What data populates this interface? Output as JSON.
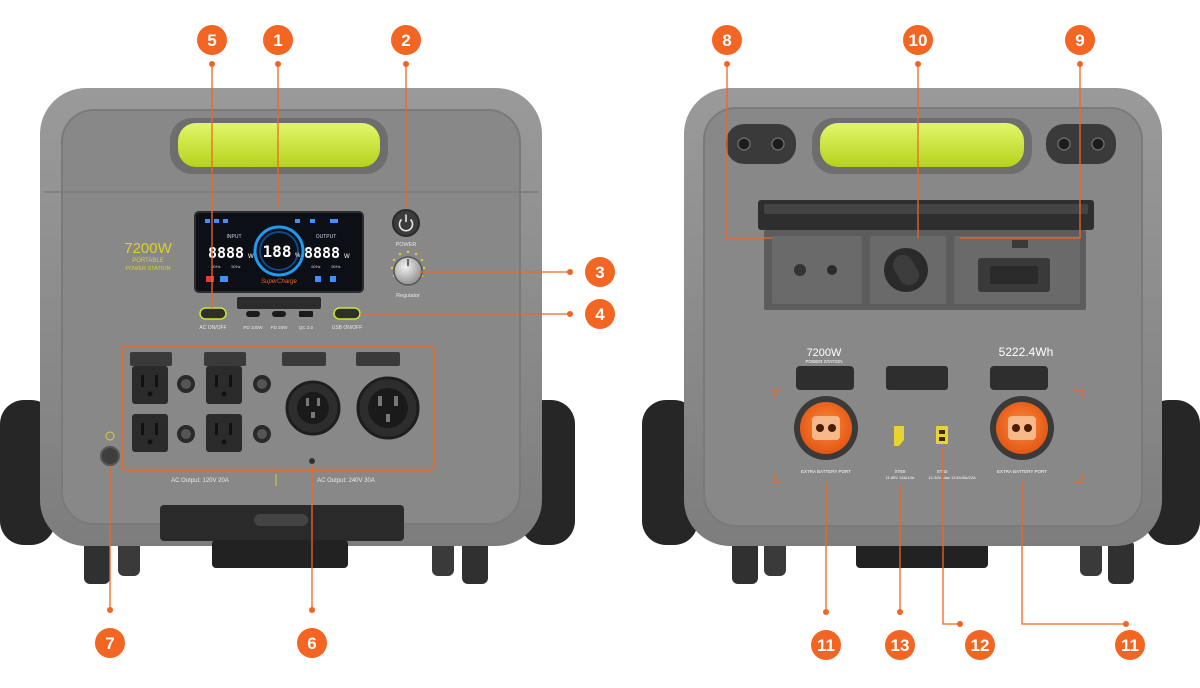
{
  "colors": {
    "accent": "#f26522",
    "handle": "#c8e82e",
    "body": "#8d8d8d",
    "body_dark": "#6e6e6e",
    "tire": "#262626",
    "screen": "#0c0f16",
    "label_yellow": "#d9d12a"
  },
  "front": {
    "brand_watt": "7200W",
    "brand_line1": "PORTABLE",
    "brand_line2": "POWER STATION",
    "power_label": "POWER",
    "display": {
      "input_label": "INPUT",
      "input_value": "8888",
      "input_unit": "W",
      "center_value": "188",
      "center_unit": "%",
      "output_label": "OUTPUT",
      "output_value": "8888",
      "output_unit": "W",
      "hz_left_a": "60Hz",
      "hz_left_b": "50Hz",
      "hz_right_a": "60Hz",
      "hz_right_b": "50Hz",
      "brand_script": "SuperCharge"
    },
    "knob_label": "Regulator",
    "ac_onoff_label": "AC ON/OFF",
    "usb_onoff_label": "USB ON/OFF",
    "usb_labels": [
      "PD 100W",
      "PD 20W",
      "QC 3.0"
    ],
    "ac_output_120": "AC Output: 120V 20A",
    "ac_output_240": "AC Output: 240V 30A"
  },
  "back": {
    "left_watt": "7200W",
    "left_sub": "POWER STATION",
    "right_wh": "5222.4Wh",
    "extra_port_left": "EXTRA BATTERY PORT",
    "extra_port_right": "EXTRA BATTERY PORT",
    "xt60_left_title": "XT60",
    "xt60_left_sub": "11-65V 15A/13A",
    "xt60_right_title": "XT60",
    "xt60_right_sub": "12-30V Max 13.6V/8A/22A"
  },
  "callouts": {
    "c1": "1",
    "c2": "2",
    "c3": "3",
    "c4": "4",
    "c5": "5",
    "c6": "6",
    "c7": "7",
    "c8": "8",
    "c9": "9",
    "c10": "10",
    "c11a": "11",
    "c11b": "11",
    "c12": "12",
    "c13": "13"
  }
}
